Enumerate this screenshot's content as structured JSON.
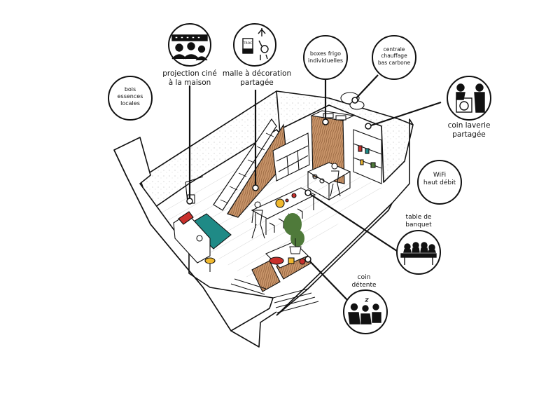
{
  "labels": {
    "projection": [
      "projection ciné",
      "à la maison"
    ],
    "malle": [
      "malle à décoration",
      "partagée"
    ],
    "boxes": [
      "boxes frigo",
      "individuelles"
    ],
    "centrale": [
      "centrale",
      "chauffage",
      "bas carbone"
    ],
    "bois": [
      "bois",
      "essences",
      "locales"
    ],
    "laverie": [
      "coin laverie",
      "partagée"
    ],
    "wifi": [
      "WiFi",
      "haut débit"
    ],
    "banquet": [
      "table de",
      "banquet"
    ],
    "detente": [
      "coin",
      "détente"
    ]
  },
  "icon_text": {
    "malle_sign": "TROC"
  },
  "colors": {
    "ink": "#111111",
    "wood": "#c9956a",
    "wood_grain": "#8a5a35",
    "teal": "#1f8a86",
    "red": "#c9302c",
    "yellow": "#f0b82e",
    "plant": "#4f7a3a"
  }
}
